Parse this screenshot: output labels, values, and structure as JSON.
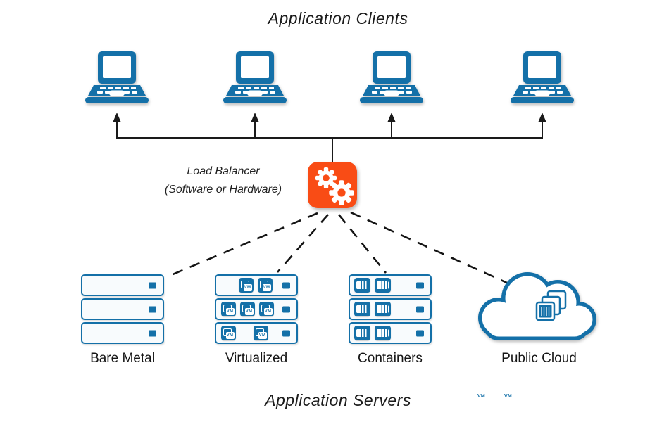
{
  "diagram": {
    "title_top": "Application Clients",
    "title_bottom": "Application Servers"
  },
  "load_balancer": {
    "name_line": "Load Balancer",
    "subtitle_line": "(Software or Hardware)"
  },
  "clients": {
    "count": 4,
    "icon": "laptop-icon"
  },
  "server_groups": [
    {
      "label": "Bare Metal"
    },
    {
      "label": "Virtualized"
    },
    {
      "label": "Containers"
    },
    {
      "label": "Public Cloud"
    }
  ],
  "icons": {
    "vm_label": "VM"
  },
  "colors": {
    "blue": "#1470a8",
    "orange": "#f94c15",
    "line": "#1a1a1a",
    "row_fill": "#f8fbfd"
  }
}
